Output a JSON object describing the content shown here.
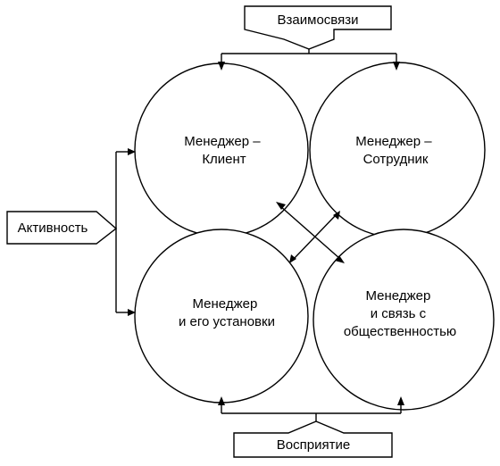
{
  "labels": {
    "top": "Взаимосвязи",
    "left": "Активность",
    "bottom": "Восприятие"
  },
  "circles": {
    "manager_client": [
      "Менеджер –",
      "Клиент"
    ],
    "manager_employee": [
      "Менеджер –",
      "Сотрудник"
    ],
    "manager_attitudes": [
      "Менеджер",
      "и его установки"
    ],
    "manager_pr": [
      "Менеджер",
      "и связь с",
      "общественностью"
    ]
  }
}
